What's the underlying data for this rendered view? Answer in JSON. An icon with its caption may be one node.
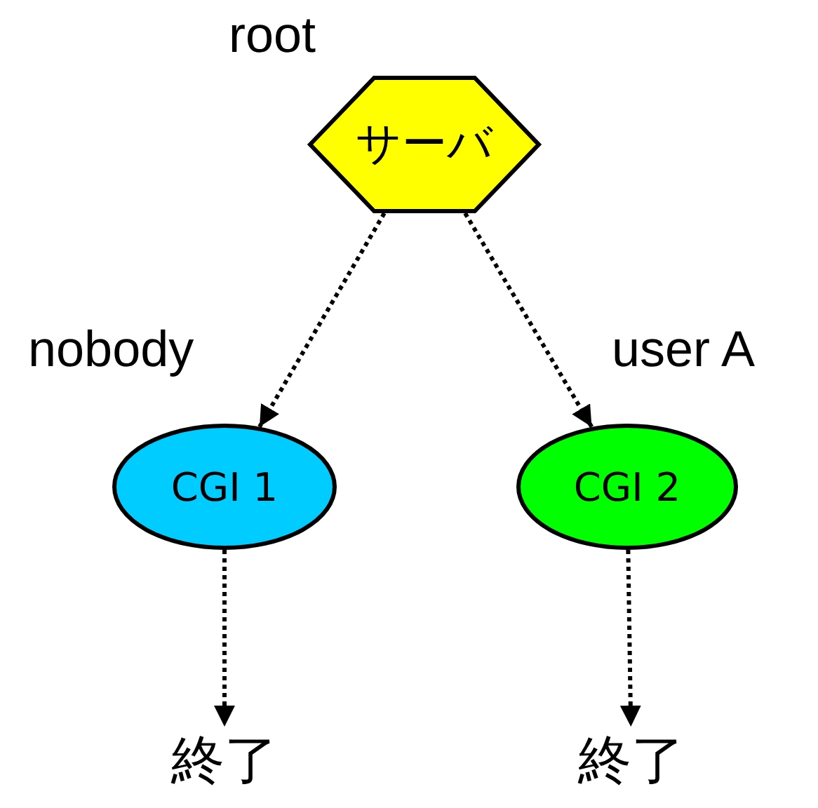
{
  "diagram": {
    "nodes": [
      {
        "text": [
          "サーバ"
        ],
        "beside": [
          "root"
        ]
      },
      {
        "text": [
          "CGI 1"
        ],
        "beside": [
          "nobody"
        ]
      },
      {
        "text": [
          "CGI 2"
        ],
        "beside": [
          "user A"
        ]
      },
      {
        "text": [
          "終了"
        ]
      },
      {
        "text": [
          "終了"
        ]
      }
    ],
    "edges": [
      {
        "from": 0,
        "to": 1,
        "arrow": "to"
      },
      {
        "from": 0,
        "to": 2,
        "arrow": "to"
      },
      {
        "from": 1,
        "to": 3,
        "arrow": "to"
      },
      {
        "from": 2,
        "to": 4,
        "arrow": "to"
      }
    ]
  }
}
